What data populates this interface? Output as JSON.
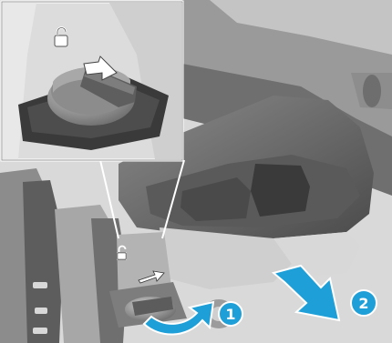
{
  "figure": {
    "callouts": [
      {
        "id": "step-1",
        "label": "1"
      },
      {
        "id": "step-2",
        "label": "2"
      }
    ],
    "colors": {
      "accent": "#1f9fd8",
      "accent_dark": "#0d7fb8",
      "inset_border": "#ffffff",
      "mid_gray": "#6a6a6a",
      "dark_gray": "#3e3e3e",
      "light_gray": "#b9b9b9"
    },
    "icons": {
      "unlock": "unlock-icon",
      "arrow": "arrow-right-icon"
    }
  }
}
